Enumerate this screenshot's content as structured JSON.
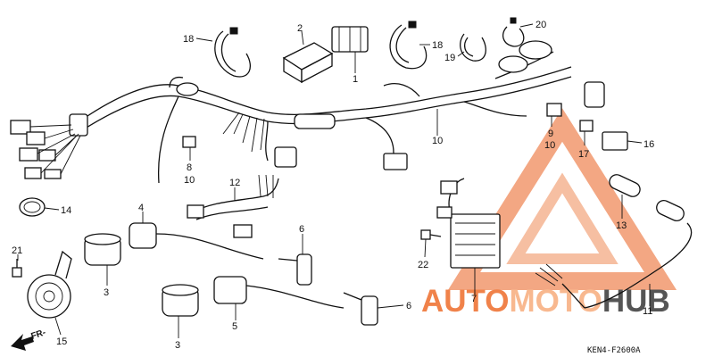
{
  "callouts": [
    {
      "id": "c1",
      "text": "1"
    },
    {
      "id": "c2",
      "text": "2"
    },
    {
      "id": "c3a",
      "text": "3"
    },
    {
      "id": "c3b",
      "text": "3"
    },
    {
      "id": "c4",
      "text": "4"
    },
    {
      "id": "c5",
      "text": "5"
    },
    {
      "id": "c6a",
      "text": "6"
    },
    {
      "id": "c6b",
      "text": "6"
    },
    {
      "id": "c7",
      "text": "7"
    },
    {
      "id": "c8",
      "text": "8"
    },
    {
      "id": "c9",
      "text": "9"
    },
    {
      "id": "c10a",
      "text": "10"
    },
    {
      "id": "c10b",
      "text": "10"
    },
    {
      "id": "c10c",
      "text": "10"
    },
    {
      "id": "c11",
      "text": "11"
    },
    {
      "id": "c12",
      "text": "12"
    },
    {
      "id": "c13",
      "text": "13"
    },
    {
      "id": "c14",
      "text": "14"
    },
    {
      "id": "c15",
      "text": "15"
    },
    {
      "id": "c16",
      "text": "16"
    },
    {
      "id": "c17",
      "text": "17"
    },
    {
      "id": "c18a",
      "text": "18"
    },
    {
      "id": "c18b",
      "text": "18"
    },
    {
      "id": "c19",
      "text": "19"
    },
    {
      "id": "c20",
      "text": "20"
    },
    {
      "id": "c21",
      "text": "21"
    },
    {
      "id": "c22",
      "text": "22"
    }
  ],
  "direction_marker": "FR-",
  "drawing_code": "KEN4-F2600A",
  "watermark": {
    "part1": "AUTO",
    "part2": "MOTO",
    "part3": "HUB",
    "color_primary": "#f0824a",
    "color_secondary": "#f8b88f",
    "color_dark": "#555555"
  }
}
